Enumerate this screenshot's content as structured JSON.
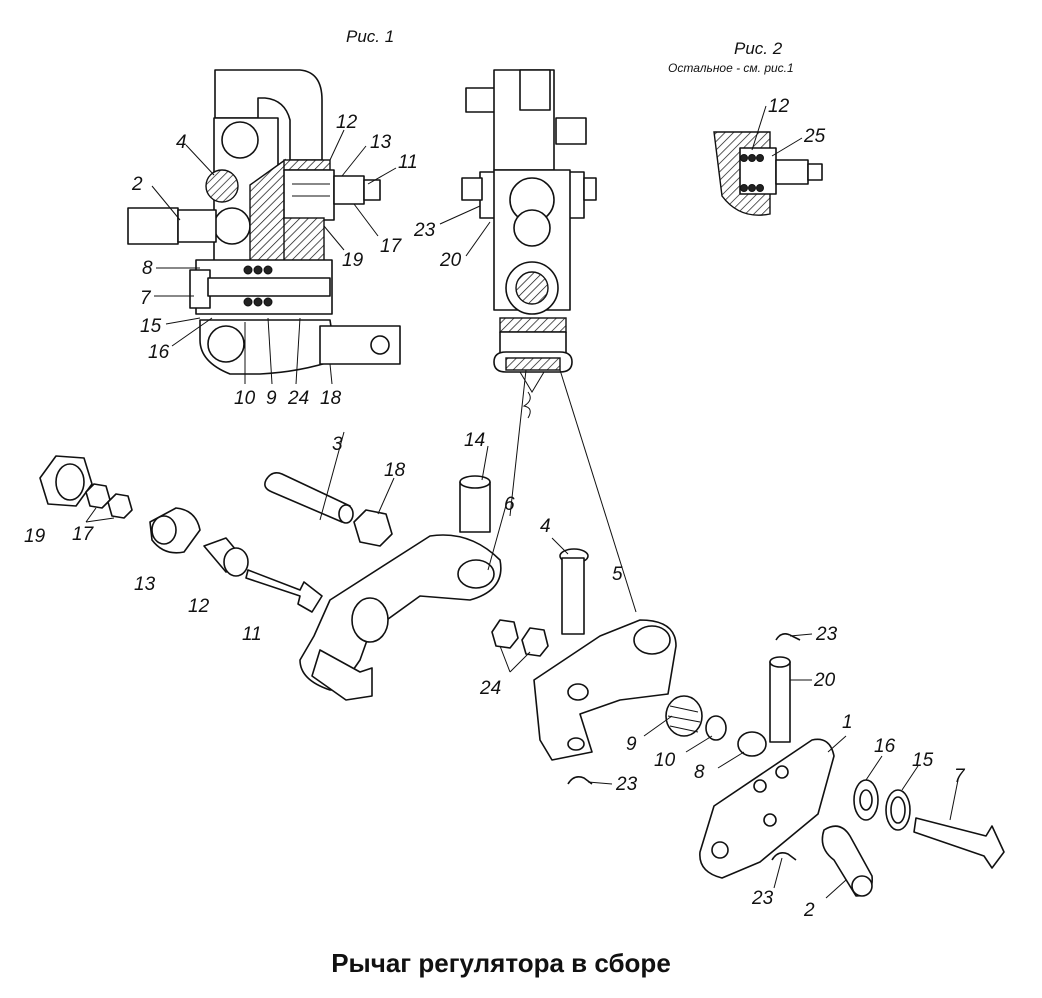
{
  "title": "Рычаг регулятора в сборе",
  "figure1": {
    "caption": "Рис. 1"
  },
  "figure2": {
    "caption": "Рис. 2",
    "subcaption": "Остальное - см. рис.1"
  },
  "labels": {
    "fig1": [
      "4",
      "2",
      "8",
      "7",
      "15",
      "16",
      "10",
      "9",
      "24",
      "18",
      "12",
      "13",
      "11",
      "17",
      "19"
    ],
    "fig2": [
      "12",
      "25"
    ],
    "center": [
      "23",
      "20"
    ],
    "exploded": [
      "19",
      "17",
      "13",
      "12",
      "11",
      "3",
      "18",
      "14",
      "6",
      "4",
      "5",
      "24",
      "9",
      "10",
      "8",
      "23",
      "20",
      "1",
      "16",
      "15",
      "7",
      "23",
      "2",
      "23"
    ]
  }
}
